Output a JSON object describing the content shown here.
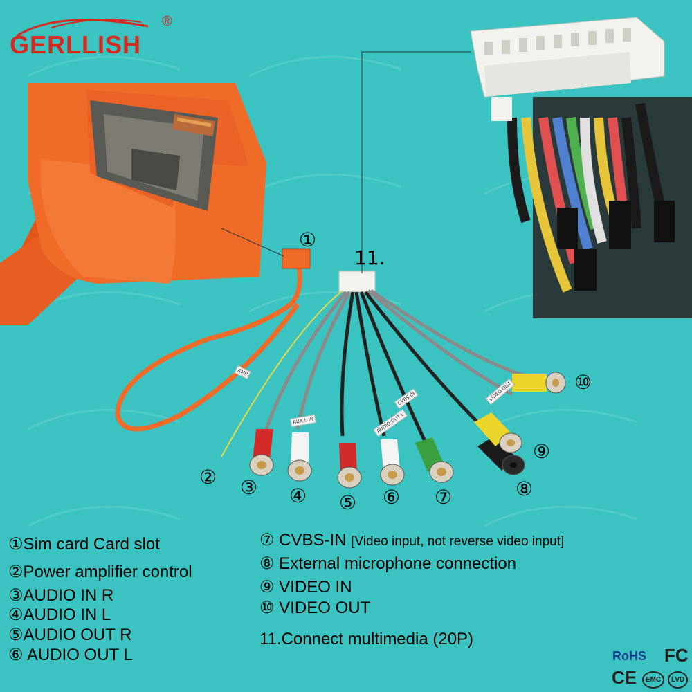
{
  "brand": {
    "name": "GERLLISH",
    "registered_mark": "®"
  },
  "callout_numbers": {
    "n1": "①",
    "n2": "②",
    "n3": "③",
    "n4": "④",
    "n5": "⑤",
    "n6": "⑥",
    "n7": "⑦",
    "n8": "⑧",
    "n9": "⑨",
    "n10": "⑩",
    "n11": "11."
  },
  "cable_tags": {
    "amp": "AMP",
    "audio_in_l": "AUX L IN",
    "audio_out_l": "AUDIO OUT L",
    "cvbs_in": "CVBS IN",
    "video_out": "VIDEO OUT"
  },
  "legend": {
    "item1": "①Sim card Card slot",
    "item2": "②Power amplifier control",
    "item3": "③AUDIO IN  R",
    "item4": "④AUDIO IN  L",
    "item5": "⑤AUDIO OUT R",
    "item6": "⑥ AUDIO OUT L",
    "item7_main": "⑦ CVBS-IN",
    "item7_note": "[Video input, not reverse video input]",
    "item8": "⑧ External microphone connection",
    "item9": "⑨ VIDEO IN",
    "item10": "⑩ VIDEO OUT",
    "item11": "11.Connect multimedia (20P)"
  },
  "certifications": {
    "rohs": "RoHS",
    "fc": "FC",
    "ce": "CE",
    "emc": "EMC",
    "lvd": "LVD"
  },
  "colors": {
    "background": "#3bc3c1",
    "brand_red": "#d42a20",
    "housing_orange": "#f06a28",
    "cert_blue": "#1a3c8f"
  }
}
